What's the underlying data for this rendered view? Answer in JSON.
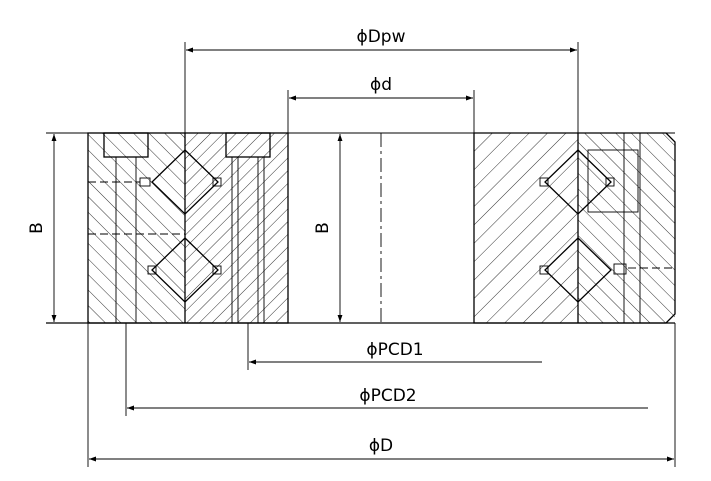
{
  "labels": {
    "dpw": "ϕDpw",
    "d": "ϕd",
    "pcd1": "ϕPCD1",
    "pcd2": "ϕPCD2",
    "outer_d": "ϕD",
    "b_left": "B",
    "b_inner": "B"
  },
  "colors": {
    "line": "#000000",
    "background": "#ffffff"
  }
}
